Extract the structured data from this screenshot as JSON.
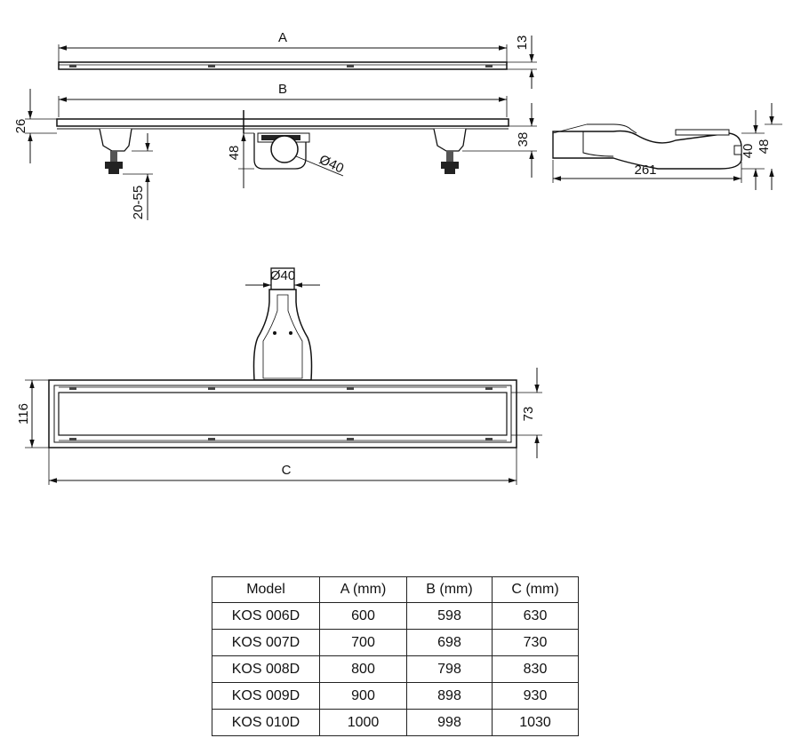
{
  "dimensions": {
    "A": "A",
    "B": "B",
    "C": "C",
    "d13": "13",
    "d26": "26",
    "d48": "48",
    "d38": "38",
    "d20_55": "20-55",
    "d_phi40_side": "Ø40",
    "d261": "261",
    "d40": "40",
    "d48_right": "48",
    "d_phi40_top": "Ø40",
    "d116": "116",
    "d73": "73"
  },
  "table": {
    "headers": [
      "Model",
      "A (mm)",
      "B (mm)",
      "C (mm)"
    ],
    "rows": [
      [
        "KOS 006D",
        "600",
        "598",
        "630"
      ],
      [
        "KOS 007D",
        "700",
        "698",
        "730"
      ],
      [
        "KOS 008D",
        "800",
        "798",
        "830"
      ],
      [
        "KOS 009D",
        "900",
        "898",
        "930"
      ],
      [
        "KOS 010D",
        "1000",
        "998",
        "1030"
      ]
    ]
  }
}
